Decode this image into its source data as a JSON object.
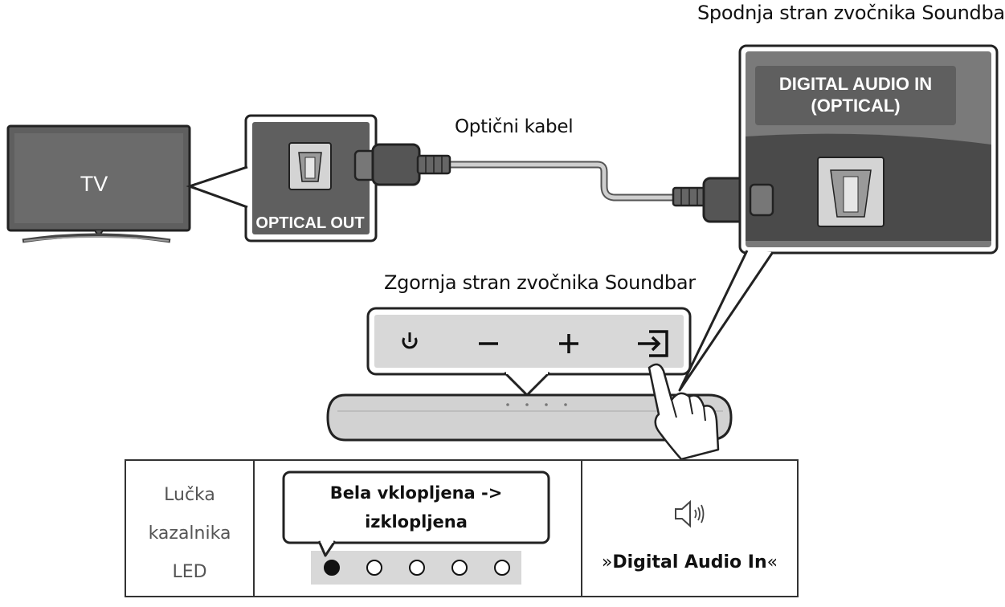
{
  "labels": {
    "soundbar_bottom": "Spodnja stran zvočnika Soundbar",
    "soundbar_top": "Zgornja stran zvočnika Soundbar",
    "cable": "Optični kabel",
    "tv": "TV",
    "optical_out": "OPTICAL OUT",
    "digital_audio_in_line1": "DIGITAL AUDIO IN",
    "digital_audio_in_line2": "(OPTICAL)"
  },
  "buttons": {
    "power": "power-icon",
    "minus": "−",
    "plus": "+",
    "source": "source-icon"
  },
  "table": {
    "led_label": [
      "Lučka",
      "kazalnika",
      "LED"
    ],
    "callout_line1": "Bela vklopljena ->",
    "callout_line2": "izklopljena",
    "led_states": [
      true,
      false,
      false,
      false,
      false
    ],
    "mode_prefix": "»",
    "mode_name": "Digital Audio In",
    "mode_suffix": "«"
  },
  "colors": {
    "panel_gray": "#5f5f5f",
    "light_gray": "#d4d4d4",
    "outline": "#222222"
  }
}
